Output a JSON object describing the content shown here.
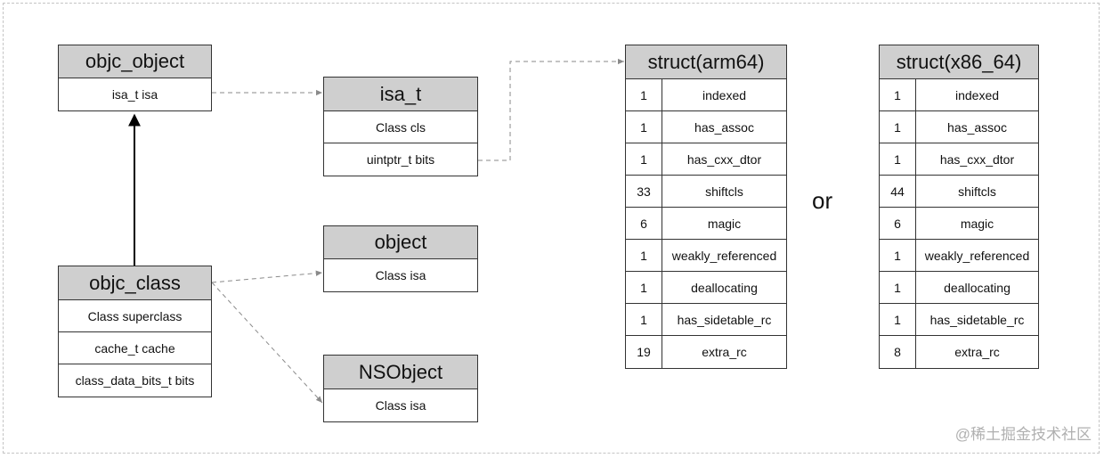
{
  "objc_object": {
    "title": "objc_object",
    "rows": [
      "isa_t isa"
    ]
  },
  "isa_t": {
    "title": "isa_t",
    "rows": [
      "Class cls",
      "uintptr_t bits"
    ]
  },
  "objc_class": {
    "title": "objc_class",
    "rows": [
      "Class superclass",
      "cache_t cache",
      "class_data_bits_t bits"
    ]
  },
  "object": {
    "title": "object",
    "rows": [
      "Class isa"
    ]
  },
  "nsobject": {
    "title": "NSObject",
    "rows": [
      "Class isa"
    ]
  },
  "struct_arm64": {
    "title": "struct(arm64)",
    "rows": [
      {
        "bits": "1",
        "field": "indexed"
      },
      {
        "bits": "1",
        "field": "has_assoc"
      },
      {
        "bits": "1",
        "field": "has_cxx_dtor"
      },
      {
        "bits": "33",
        "field": "shiftcls"
      },
      {
        "bits": "6",
        "field": "magic"
      },
      {
        "bits": "1",
        "field": "weakly_referenced"
      },
      {
        "bits": "1",
        "field": "deallocating"
      },
      {
        "bits": "1",
        "field": "has_sidetable_rc"
      },
      {
        "bits": "19",
        "field": "extra_rc"
      }
    ]
  },
  "struct_x86_64": {
    "title": "struct(x86_64)",
    "rows": [
      {
        "bits": "1",
        "field": "indexed"
      },
      {
        "bits": "1",
        "field": "has_assoc"
      },
      {
        "bits": "1",
        "field": "has_cxx_dtor"
      },
      {
        "bits": "44",
        "field": "shiftcls"
      },
      {
        "bits": "6",
        "field": "magic"
      },
      {
        "bits": "1",
        "field": "weakly_referenced"
      },
      {
        "bits": "1",
        "field": "deallocating"
      },
      {
        "bits": "1",
        "field": "has_sidetable_rc"
      },
      {
        "bits": "8",
        "field": "extra_rc"
      }
    ]
  },
  "or_label": "or",
  "watermark": "@稀土掘金技术社区",
  "colors": {
    "header_fill": "#cfcfcf",
    "border": "#333333",
    "dashed_link": "#8a8a8a"
  }
}
